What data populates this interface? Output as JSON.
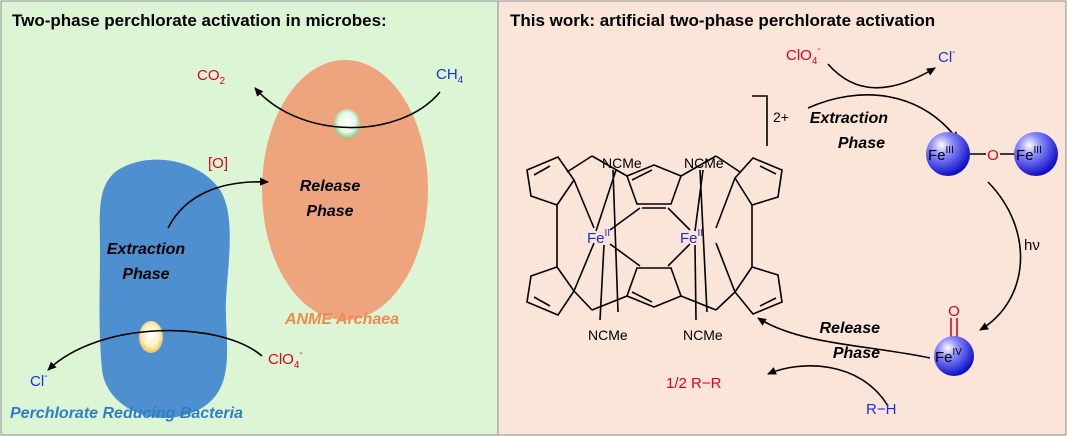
{
  "left_panel": {
    "title": "Two-phase perchlorate activation in microbes:",
    "co2": "CO",
    "co2_sub": "2",
    "ch4": "CH",
    "ch4_sub": "4",
    "o_label": "[O]",
    "release_line1": "Release",
    "release_line2": "Phase",
    "extraction_line1": "Extraction",
    "extraction_line2": "Phase",
    "anme_label": "ANME Archaea",
    "cl": "Cl",
    "cl_sup": "-",
    "clo4": "ClO",
    "clo4_sub": "4",
    "clo4_sup": "-",
    "bacteria_label": "Perchlorate Reducing Bacteria"
  },
  "right_panel": {
    "title": "This work: artificial two-phase perchlorate activation",
    "charge": "2+",
    "ncme": "NCMe",
    "fe": "Fe",
    "fe2_sup": "II",
    "fe3_sup": "III",
    "fe4_sup": "IV",
    "oxo": "O",
    "bridge_o": "O",
    "clo4": "ClO",
    "clo4_sub": "4",
    "clo4_sup": "-",
    "cl": "Cl",
    "cl_sup": "-",
    "extraction_line1": "Extraction",
    "extraction_line2": "Phase",
    "release_line1": "Release",
    "release_line2": "Phase",
    "hv": "hν",
    "product": "1/2 R−R",
    "substrate": "R−H"
  },
  "colors": {
    "left_bg": "#dcf5d4",
    "right_bg": "#fbe4d8",
    "blue_cell": "#4d8fcf",
    "orange_cell": "#eea47d",
    "red_text": "#e3001b",
    "blue_text": "#1a2fd6",
    "anme_text": "#f08a4b",
    "bacteria_text": "#2e7fc2"
  },
  "icons": [
    "arrow",
    "sphere-atom",
    "vesicle"
  ]
}
